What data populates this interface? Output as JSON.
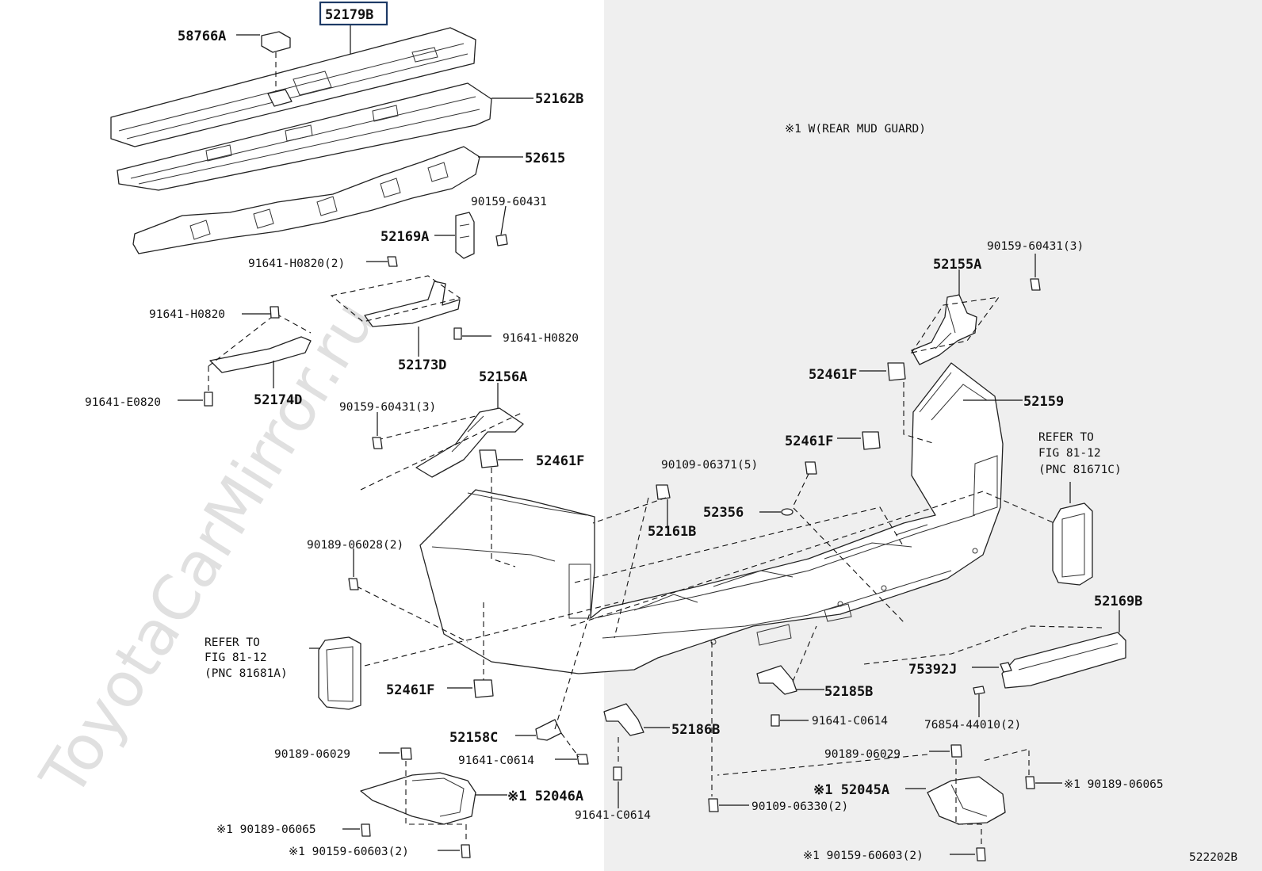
{
  "watermark": "ToyotaCarMirror.ru",
  "figure_code": "522202B",
  "note": "※1 W(REAR MUD GUARD)",
  "selected_part": "52179B",
  "labels": {
    "p52179B": "52179B",
    "p58766A": "58766A",
    "p52162B": "52162B",
    "p52615": "52615",
    "p90159_60431_a": "90159-60431",
    "p52169A": "52169A",
    "p91641_H0820_2": "91641-H0820(2)",
    "p91641_H0820_a": "91641-H0820",
    "p91641_H0820_b": "91641-H0820",
    "p52173D": "52173D",
    "p91641_E0820": "91641-E0820",
    "p52174D": "52174D",
    "p52156A": "52156A",
    "p90159_60431_3a": "90159-60431(3)",
    "p52461F_a": "52461F",
    "p52461F_b": "52461F",
    "p52461F_c": "52461F",
    "p52461F_d": "52461F",
    "p90109_06371": "90109-06371(5)",
    "p52356": "52356",
    "p52161B": "52161B",
    "p90189_06028": "90189-06028(2)",
    "p52155A": "52155A",
    "p90159_60431_3b": "90159-60431(3)",
    "p52159": "52159",
    "p52169B": "52169B",
    "p75392J": "75392J",
    "p76854": "76854-44010(2)",
    "p52185B": "52185B",
    "p91641_C0614_a": "91641-C0614",
    "p52186B": "52186B",
    "p52158C": "52158C",
    "p91641_C0614_b": "91641-C0614",
    "p91641_C0614_c": "91641-C0614",
    "p90189_06029_a": "90189-06029",
    "p90189_06029_b": "90189-06029",
    "p52046A": "※1 52046A",
    "p52045A": "※1 52045A",
    "p90189_06065_a": "※1 90189-06065",
    "p90189_06065_b": "※1 90189-06065",
    "p90159_60603_a": "※1 90159-60603(2)",
    "p90159_60603_b": "※1 90159-60603(2)",
    "p90109_06330": "90109-06330(2)"
  },
  "refer_left": [
    "REFER TO",
    "FIG 81-12",
    "(PNC 81681A)"
  ],
  "refer_right": [
    "REFER TO",
    "FIG 81-12",
    "(PNC 81671C)"
  ]
}
